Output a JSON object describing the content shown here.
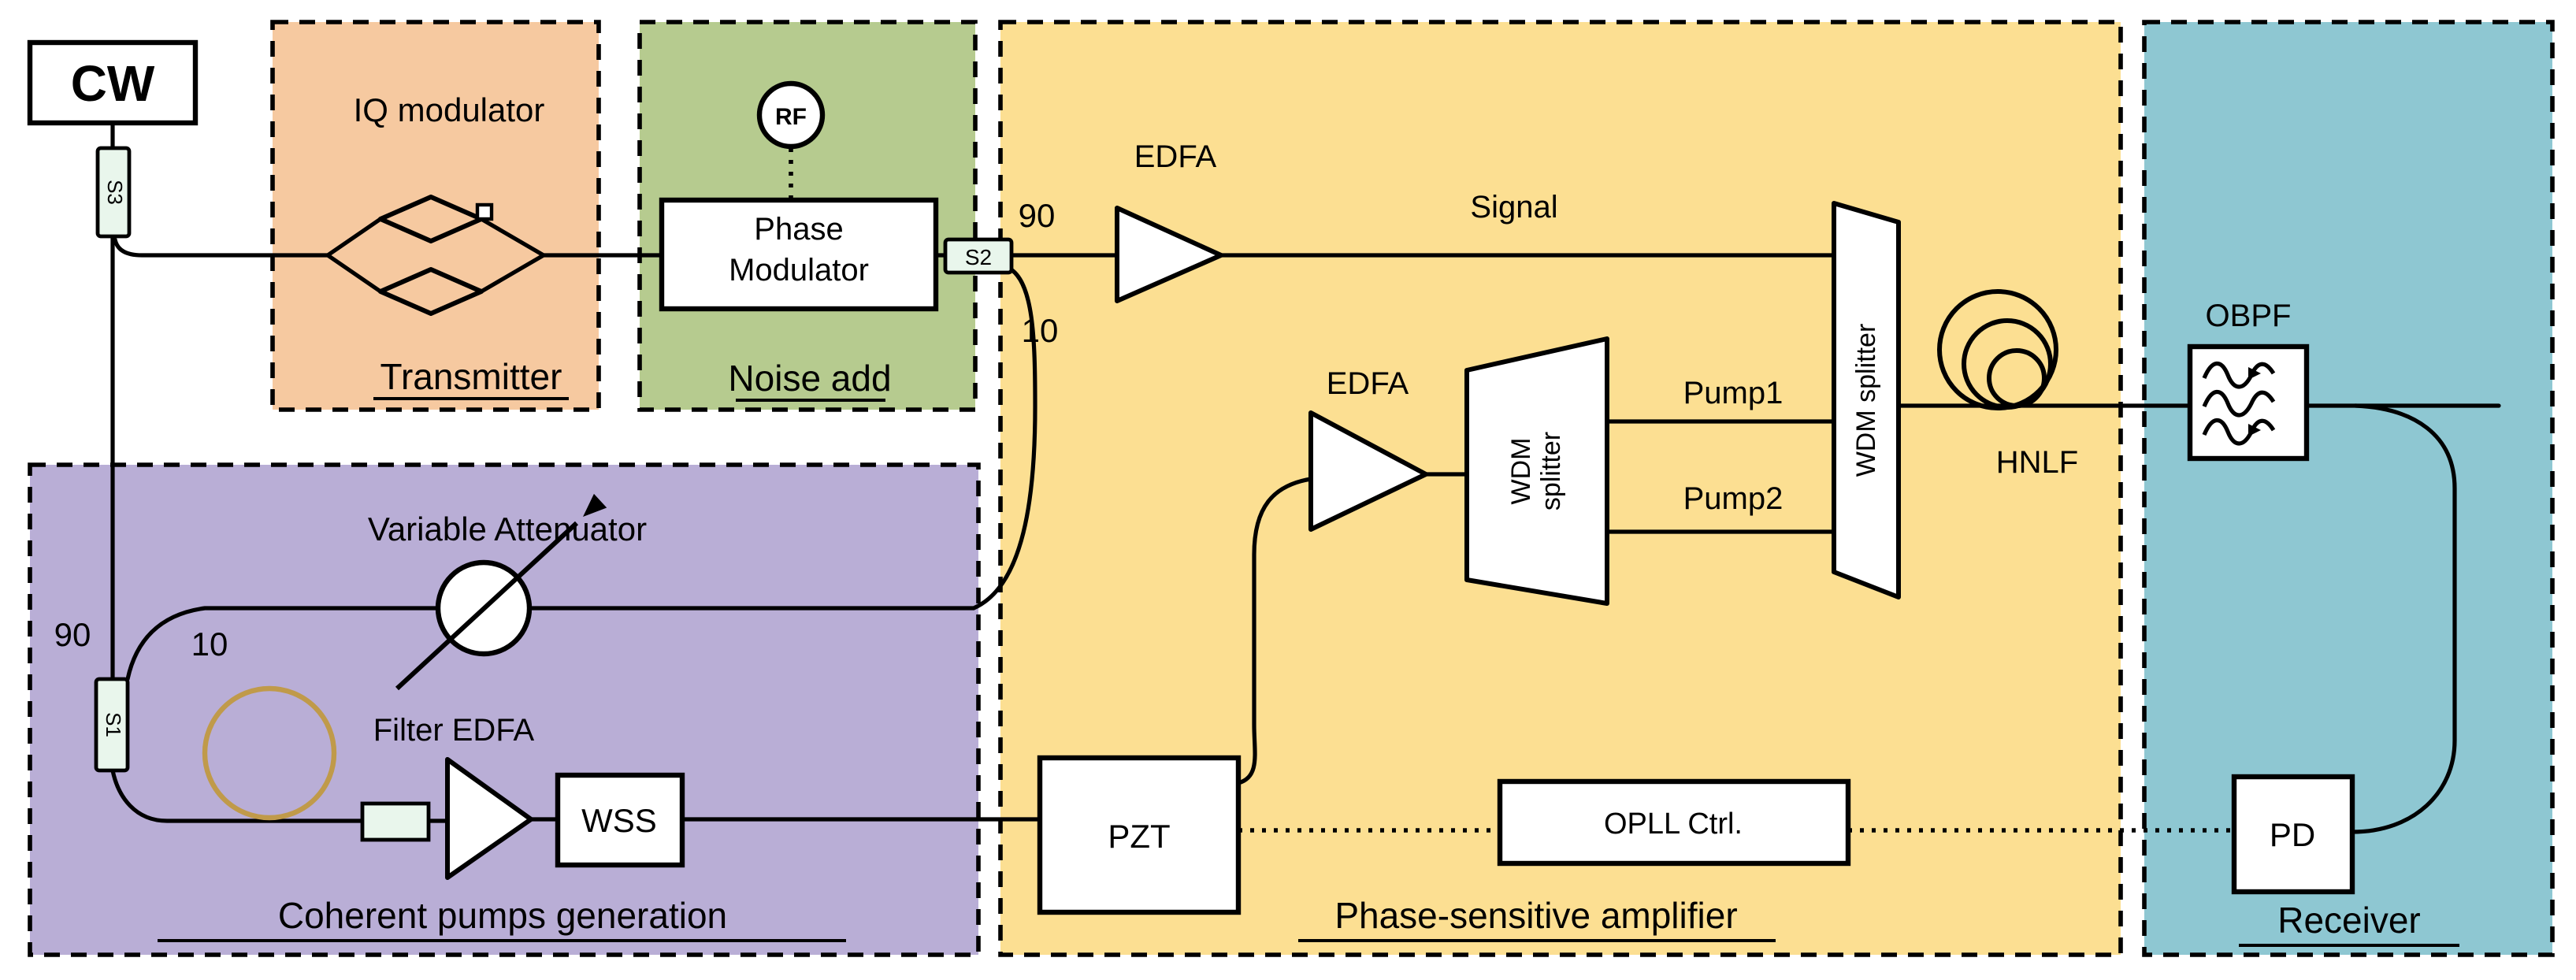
{
  "diagram": {
    "source": {
      "cw": "CW"
    },
    "splitters": {
      "s1": "S1",
      "s2": "S2",
      "s3": "S3"
    },
    "ratios": {
      "s1_90": "90",
      "s1_10": "10",
      "s2_90": "90",
      "s2_10": "10"
    },
    "transmitter": {
      "title": "IQ modulator",
      "label": "Transmitter"
    },
    "noise_add": {
      "rf": "RF",
      "pm_line1": "Phase",
      "pm_line2": "Modulator",
      "label": "Noise add"
    },
    "psa": {
      "label": "Phase-sensitive amplifier",
      "signal_edfa": "EDFA",
      "signal": "Signal",
      "pump_edfa": "EDFA",
      "wdm1_line1": "WDM",
      "wdm1_line2": "splitter",
      "wdm2": "WDM splitter",
      "pump1": "Pump1",
      "pump2": "Pump2",
      "hnlf": "HNLF",
      "pzt": "PZT",
      "opll": "OPLL Ctrl."
    },
    "pumps": {
      "label": "Coherent pumps generation",
      "variable_attenuator": "Variable Attenuator",
      "filter_edfa": "Filter EDFA",
      "wss": "WSS"
    },
    "receiver": {
      "label": "Receiver",
      "obpf": "OBPF",
      "pd": "PD"
    }
  },
  "colors": {
    "transmitter_fill": "#f6c9a0",
    "noise_fill": "#b6cb8f",
    "psa_fill": "#fcdf92",
    "pumps_fill": "#b9aed6",
    "receiver_fill": "#8ec7d2",
    "splitter_fill": "#e9f6ec",
    "loop_stroke": "#c09a4a",
    "line": "#000000"
  }
}
